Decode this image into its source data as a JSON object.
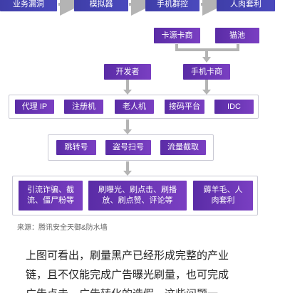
{
  "top_row": [
    "业务漏洞",
    "模拟器",
    "手机群控",
    "人肉套利"
  ],
  "sources": [
    "卡源卡商",
    "猫池"
  ],
  "mid_row": [
    "开发者",
    "手机卡商"
  ],
  "tier1": [
    "代理 IP",
    "注册机",
    "老人机",
    "接码平台",
    "IDC"
  ],
  "tier2": [
    "跳转号",
    "盗号扫号",
    "流量截取"
  ],
  "tier3": [
    "引流诈骗、截流、僵尸粉等",
    "刷曝光、刷点击、刷播放、刷点赞、评论等",
    "薅羊毛、人肉套利"
  ],
  "source_note": "来源：腾讯安全天御&防水墙",
  "paragraph": [
    "上图可看出，刷量黑产已经形成完整的产业",
    "链，且不仅能完成广告曝光刷量，也可完成",
    "广告点击、广告转化的造假，这些问题一"
  ],
  "colors": {
    "box_purple": "#6a34b4",
    "box_blue": "#4342b0",
    "arrow": "#b4b4b4",
    "frame_border": "#c9c9d4"
  }
}
